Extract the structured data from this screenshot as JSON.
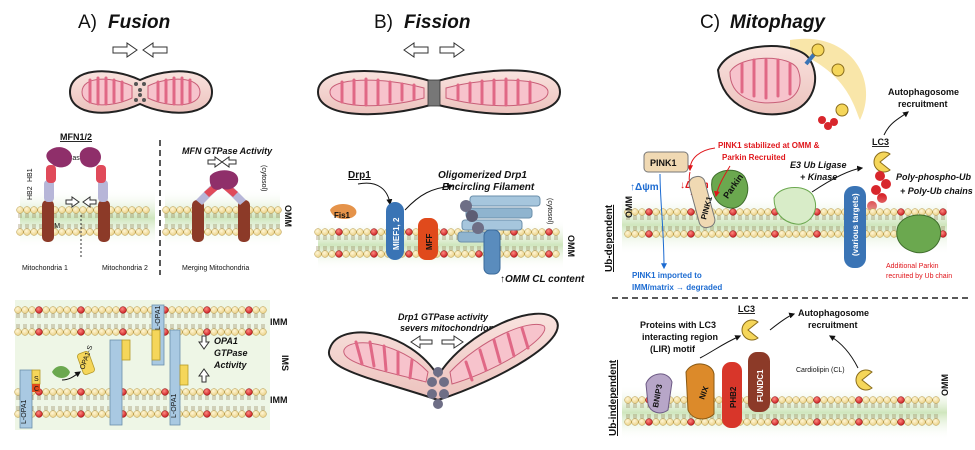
{
  "panels": {
    "fusion": {
      "letter": "A)",
      "title": "Fusion"
    },
    "fission": {
      "letter": "B)",
      "title": "Fission"
    },
    "mitophagy": {
      "letter": "C)",
      "title": "Mitophagy"
    }
  },
  "fusion": {
    "mfn_label": "MFN1/2",
    "domains": {
      "gtpase": "GTPase",
      "hb1": "HB1",
      "hb2": "HB2",
      "tm": "TM"
    },
    "activity": "MFN GTPase Activity",
    "cytosol": "(cytosol)",
    "omm": "OMM",
    "mito1": "Mitochondria 1",
    "mito2": "Mitochondria 2",
    "merging": "Merging Mitochondria",
    "imm_top": "IMM",
    "ims": "IMS",
    "imm_bottom": "IMM",
    "opa1_activity": [
      "OPA1",
      "GTPase",
      "Activity"
    ],
    "l_opa1": "L-OPA1",
    "s_opa1": "OPA1-S",
    "s": "S",
    "c": "C"
  },
  "fission": {
    "drp1": "Drp1",
    "filament": [
      "Oligomerized Drp1",
      "Encircling Filament"
    ],
    "cytosol": "(cytosol)",
    "omm": "OMM",
    "fis1": "Fis1",
    "mief": "MIEF1, 2",
    "mff": "MFF",
    "cl_content": "↑OMM CL content",
    "sever": [
      "Drp1 GTPase activity",
      "severs mitochondrion"
    ]
  },
  "mitophagy": {
    "ub_dependent": "Ub-dependent",
    "ub_independent": "Ub-independent",
    "autophagosome_top": [
      "Autophagosome",
      "recruitment"
    ],
    "lc3_top": "LC3",
    "pink1_stabilized": [
      "PINK1 stabilized at OMM &",
      "Parkin Recruited"
    ],
    "e3": [
      "E3 Ub Ligase",
      "+ Kinase"
    ],
    "pink1": "PINK1",
    "pink1_inner": "PINK1",
    "parkin": "Parkin",
    "dpsi_up": "↑Δψm",
    "dpsi_down": "↓Δψm",
    "poly_phospho": "Poly-phospho-Ub",
    "poly_ub": "+ Poly-Ub chains",
    "various_targets": "(various targets)",
    "omm": "OMM",
    "pink1_imported": [
      "PINK1 imported to",
      "IMM/matrix → degraded"
    ],
    "additional_parkin": [
      "Additional Parkin",
      "recruited by Ub chain"
    ],
    "lc3_bottom": "LC3",
    "autophagosome_bottom": [
      "Autophagosome",
      "recruitment"
    ],
    "lir_proteins": [
      "Proteins with LC3",
      "interacting region",
      "(LIR) motif"
    ],
    "bnip3": "BNIP3",
    "nix": "NIX",
    "phb2": "PHB2",
    "fundc1": "FUNDC1",
    "cardiolipin": "Cardiolipin (CL)",
    "omm_bottom": "OMM"
  },
  "colors": {
    "mito_outer": "#f4d6d2",
    "mito_cristae": "#f08aa3",
    "membrane_green": "#d8ecc8",
    "bead": "#f3e3a8",
    "bead_red": "#d8262c",
    "mfn_purple": "#8f2f6a",
    "drp1_blue": "#8fb4cf",
    "fis1_orange": "#e5934a",
    "mief_blue": "#3a74b5",
    "mff_red": "#e04a1c",
    "parkin_green": "#6ba84f",
    "pink1_tan": "#f0d9b3",
    "nix_orange": "#dc8a2a",
    "phb2_red": "#d8362a",
    "fundc1_brown": "#8c3a28",
    "bnip3_purple": "#b7a6c8",
    "opa1_blue": "#a9c9e2",
    "opa1_yellow": "#f5d65a"
  }
}
